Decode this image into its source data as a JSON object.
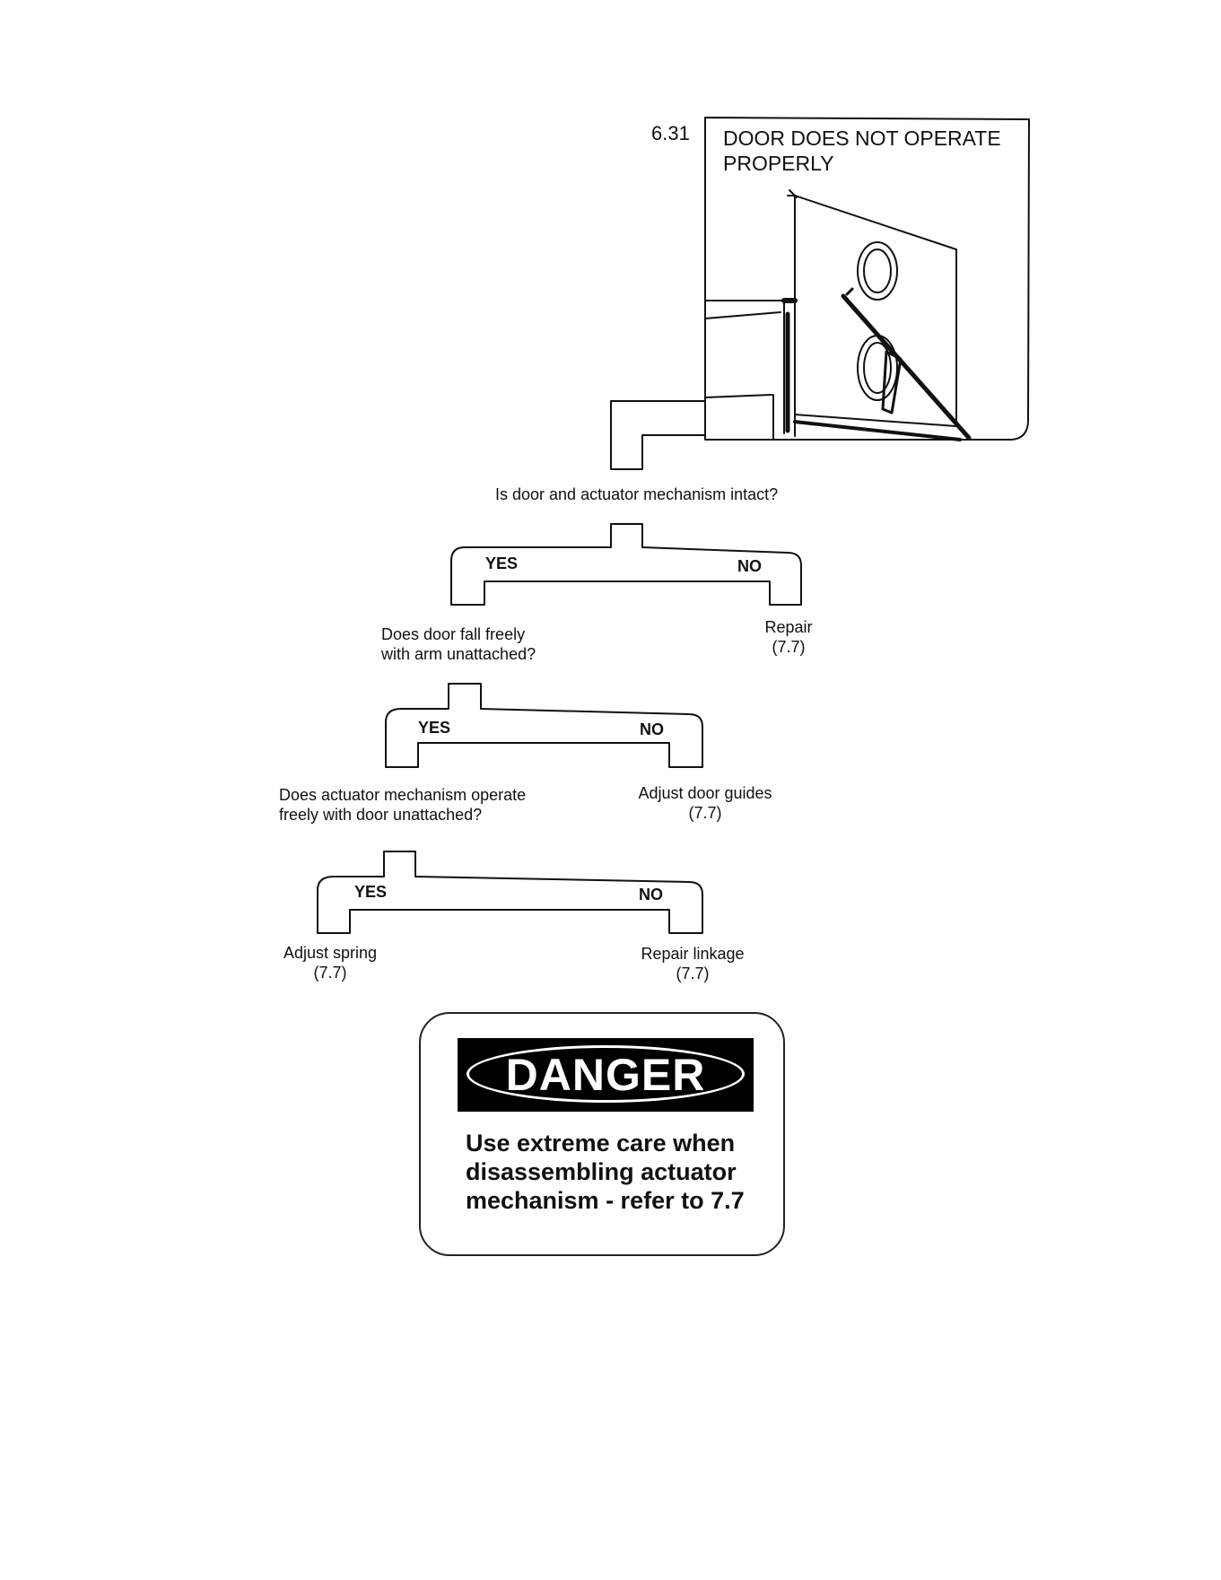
{
  "header": {
    "section_number": "6.31",
    "title": "DOOR DOES NOT OPERATE PROPERLY"
  },
  "icons": {
    "door_illustration": "door-actuator-illustration-icon"
  },
  "flow": {
    "q1": "Is door and actuator mechanism intact?",
    "q1_yes": "YES",
    "q1_no": "NO",
    "q1_no_result": "Repair\n(7.7)",
    "q2": "Does door fall freely\nwith arm unattached?",
    "q2_yes": "YES",
    "q2_no": "NO",
    "q2_no_result": "Adjust door guides\n(7.7)",
    "q3": "Does actuator mechanism operate\nfreely with door unattached?",
    "q3_yes": "YES",
    "q3_no": "NO",
    "q3_yes_result": "Adjust spring\n(7.7)",
    "q3_no_result": "Repair linkage\n(7.7)"
  },
  "danger": {
    "word": "DANGER",
    "message": "Use extreme care when disassembling actuator mechanism - refer to 7.7"
  }
}
